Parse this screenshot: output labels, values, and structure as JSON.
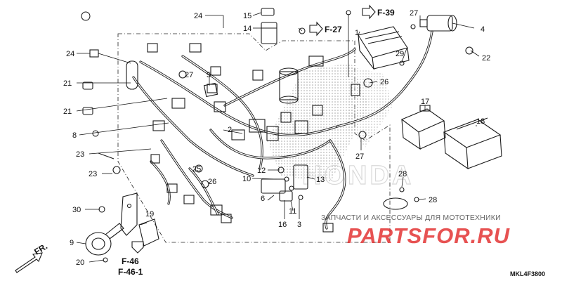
{
  "diagram": {
    "callouts": [
      {
        "id": "c1",
        "label": "1"
      },
      {
        "id": "c2",
        "label": "2"
      },
      {
        "id": "c3",
        "label": "3"
      },
      {
        "id": "c4",
        "label": "4"
      },
      {
        "id": "c5",
        "label": "5"
      },
      {
        "id": "c6",
        "label": "6"
      },
      {
        "id": "c8",
        "label": "8"
      },
      {
        "id": "c9",
        "label": "9"
      },
      {
        "id": "c10",
        "label": "10"
      },
      {
        "id": "c11",
        "label": "11"
      },
      {
        "id": "c12",
        "label": "12"
      },
      {
        "id": "c13",
        "label": "13"
      },
      {
        "id": "c14",
        "label": "14"
      },
      {
        "id": "c15",
        "label": "15"
      },
      {
        "id": "c16",
        "label": "16"
      },
      {
        "id": "c17",
        "label": "17"
      },
      {
        "id": "c18",
        "label": "18"
      },
      {
        "id": "c19",
        "label": "19"
      },
      {
        "id": "c20",
        "label": "20"
      },
      {
        "id": "c21a",
        "label": "21"
      },
      {
        "id": "c21b",
        "label": "21"
      },
      {
        "id": "c22",
        "label": "22"
      },
      {
        "id": "c23a",
        "label": "23"
      },
      {
        "id": "c23b",
        "label": "23"
      },
      {
        "id": "c24a",
        "label": "24"
      },
      {
        "id": "c24b",
        "label": "24"
      },
      {
        "id": "c25",
        "label": "25"
      },
      {
        "id": "c26a",
        "label": "26"
      },
      {
        "id": "c26b",
        "label": "26"
      },
      {
        "id": "c27a",
        "label": "27"
      },
      {
        "id": "c27b",
        "label": "27"
      },
      {
        "id": "c27c",
        "label": "27"
      },
      {
        "id": "c28a",
        "label": "28"
      },
      {
        "id": "c28b",
        "label": "28"
      },
      {
        "id": "c29",
        "label": "29"
      },
      {
        "id": "c30",
        "label": "30"
      }
    ],
    "references": {
      "f39": "F-39",
      "f27": "F-27",
      "f46": "F-46",
      "f461": "F-46-1",
      "front": "FR."
    },
    "faint_brand": "HONDA",
    "diagram_code": "MKL4F3800"
  },
  "watermark": {
    "text": "ЗАПЧАСТИ И АКСЕССУАРЫ ДЛЯ МОТОТЕХНИКИ",
    "logo": "PARTSFOR.RU"
  },
  "colors": {
    "logo_red": "#e22c2c",
    "line": "#1a1a1a",
    "halftone": "#c9c9c9"
  }
}
